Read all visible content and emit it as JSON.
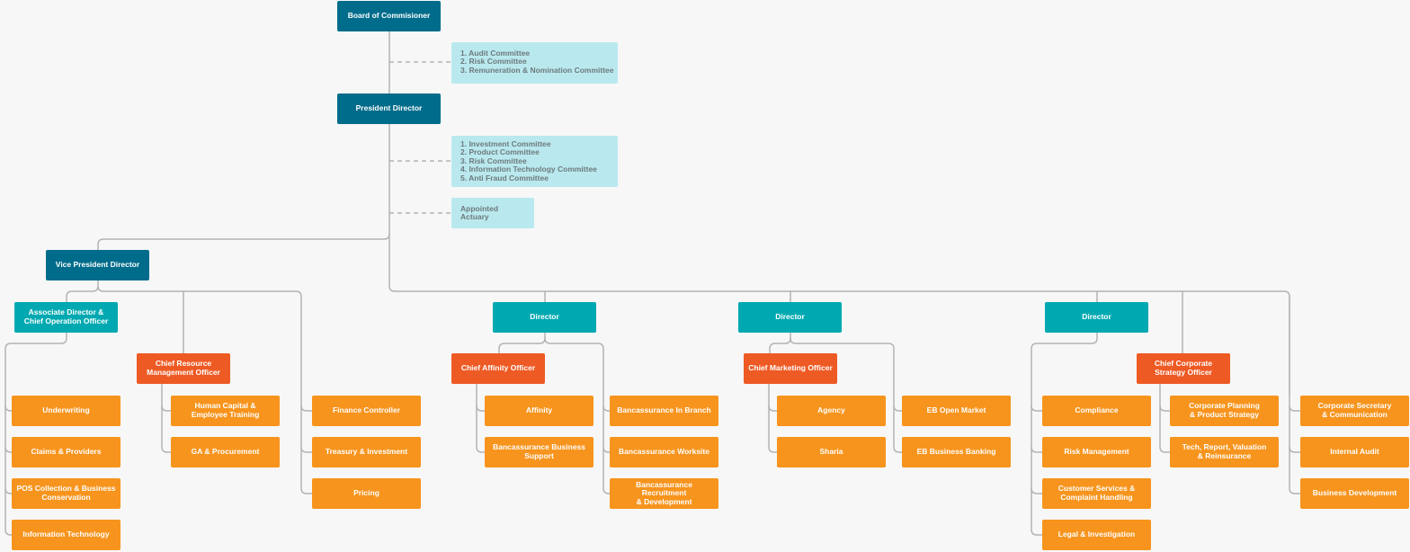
{
  "executive": {
    "board": "Board of Commisioner",
    "president": "President Director",
    "vice_president": "Vice President Director"
  },
  "notes": {
    "board_committees": [
      "1. Audit Committee",
      "2. Risk Committee",
      "3. Remuneration & Nomination Committee"
    ],
    "president_committees": [
      "1. Investment Committee",
      "2. Product Committee",
      "3. Risk Committee",
      "4. Information Technology Committee",
      "5. Anti Fraud Committee"
    ],
    "appointed_actuary": "Appointed Actuary"
  },
  "directors": {
    "assoc_coo": "Associate Director &\nChief Operation Officer",
    "director_1": "Director",
    "director_2": "Director",
    "director_3": "Director"
  },
  "chiefs": {
    "crmo": "Chief Resource\nManagement Officer",
    "cao": "Chief Affinity Officer",
    "cmo": "Chief Marketing Officer",
    "ccso": "Chief Corporate\nStrategy Officer"
  },
  "units": {
    "underwriting": "Underwriting",
    "claims": "Claims & Providers",
    "pos": "POS Collection & Business\nConservation",
    "it": "Information Technology",
    "hc": "Human Capital &\nEmployee Training",
    "ga": "GA & Procurement",
    "finance": "Finance Controller",
    "treasury": "Treasury & Investment",
    "pricing": "Pricing",
    "affinity": "Affinity",
    "banca_support": "Bancassurance Business\nSupport",
    "banca_branch": "Bancassurance In Branch",
    "banca_worksite": "Bancassurance Worksite",
    "banca_recruit": "Bancassurance Recruitment\n& Development",
    "agency": "Agency",
    "sharia": "Sharia",
    "eb_open": "EB Open Market",
    "eb_banking": "EB Business Banking",
    "compliance": "Compliance",
    "risk_mgmt": "Risk Management",
    "customer_services": "Customer Services &\nComplaint Handling",
    "legal": "Legal & Investigation",
    "corp_planning": "Corporate Planning\n& Product Strategy",
    "tech_report": "Tech, Report, Valuation\n& Reinsurance",
    "corp_secretary": "Corporate Secretary\n& Communication",
    "internal_audit": "Internal Audit",
    "business_dev": "Business Development"
  },
  "colors": {
    "executive": "#006c8b",
    "director": "#00a9b1",
    "chief": "#ee5a24",
    "unit": "#f7941d",
    "note": "#b9e9ee",
    "connector": "#b3b3b3"
  }
}
